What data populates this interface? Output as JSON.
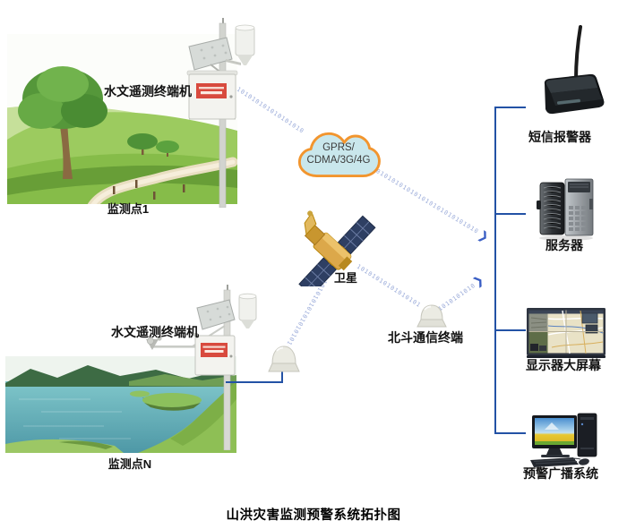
{
  "diagram_title": "山洪灾害监测预警系统拓扑图",
  "binary_pattern": "10101010101010101010101010101010101010101010101010101010101010101010101010101010",
  "icons": {
    "arrowhead": "❯"
  },
  "colors": {
    "link_binary": "#97a8d8",
    "bus_line": "#2352a5",
    "arrowhead": "#3a5ec4",
    "cloud_fill": "#c9e7ec",
    "cloud_border": "#f2952e",
    "station_sign_red": "#d84a3e"
  },
  "stations": [
    {
      "label": "水文遥测终端机",
      "caption": "监测点1"
    },
    {
      "label": "水文遥测终端机",
      "caption": "监测点N"
    }
  ],
  "cloud": {
    "line1": "GPRS/",
    "line2": "CDMA/3G/4G"
  },
  "satellite_label": "卫星",
  "beidou_label": "北斗通信终端",
  "devices": [
    {
      "label": "短信报警器"
    },
    {
      "label": "服务器"
    },
    {
      "label": "显示器大屏幕"
    },
    {
      "label": "预警广播系统"
    }
  ]
}
